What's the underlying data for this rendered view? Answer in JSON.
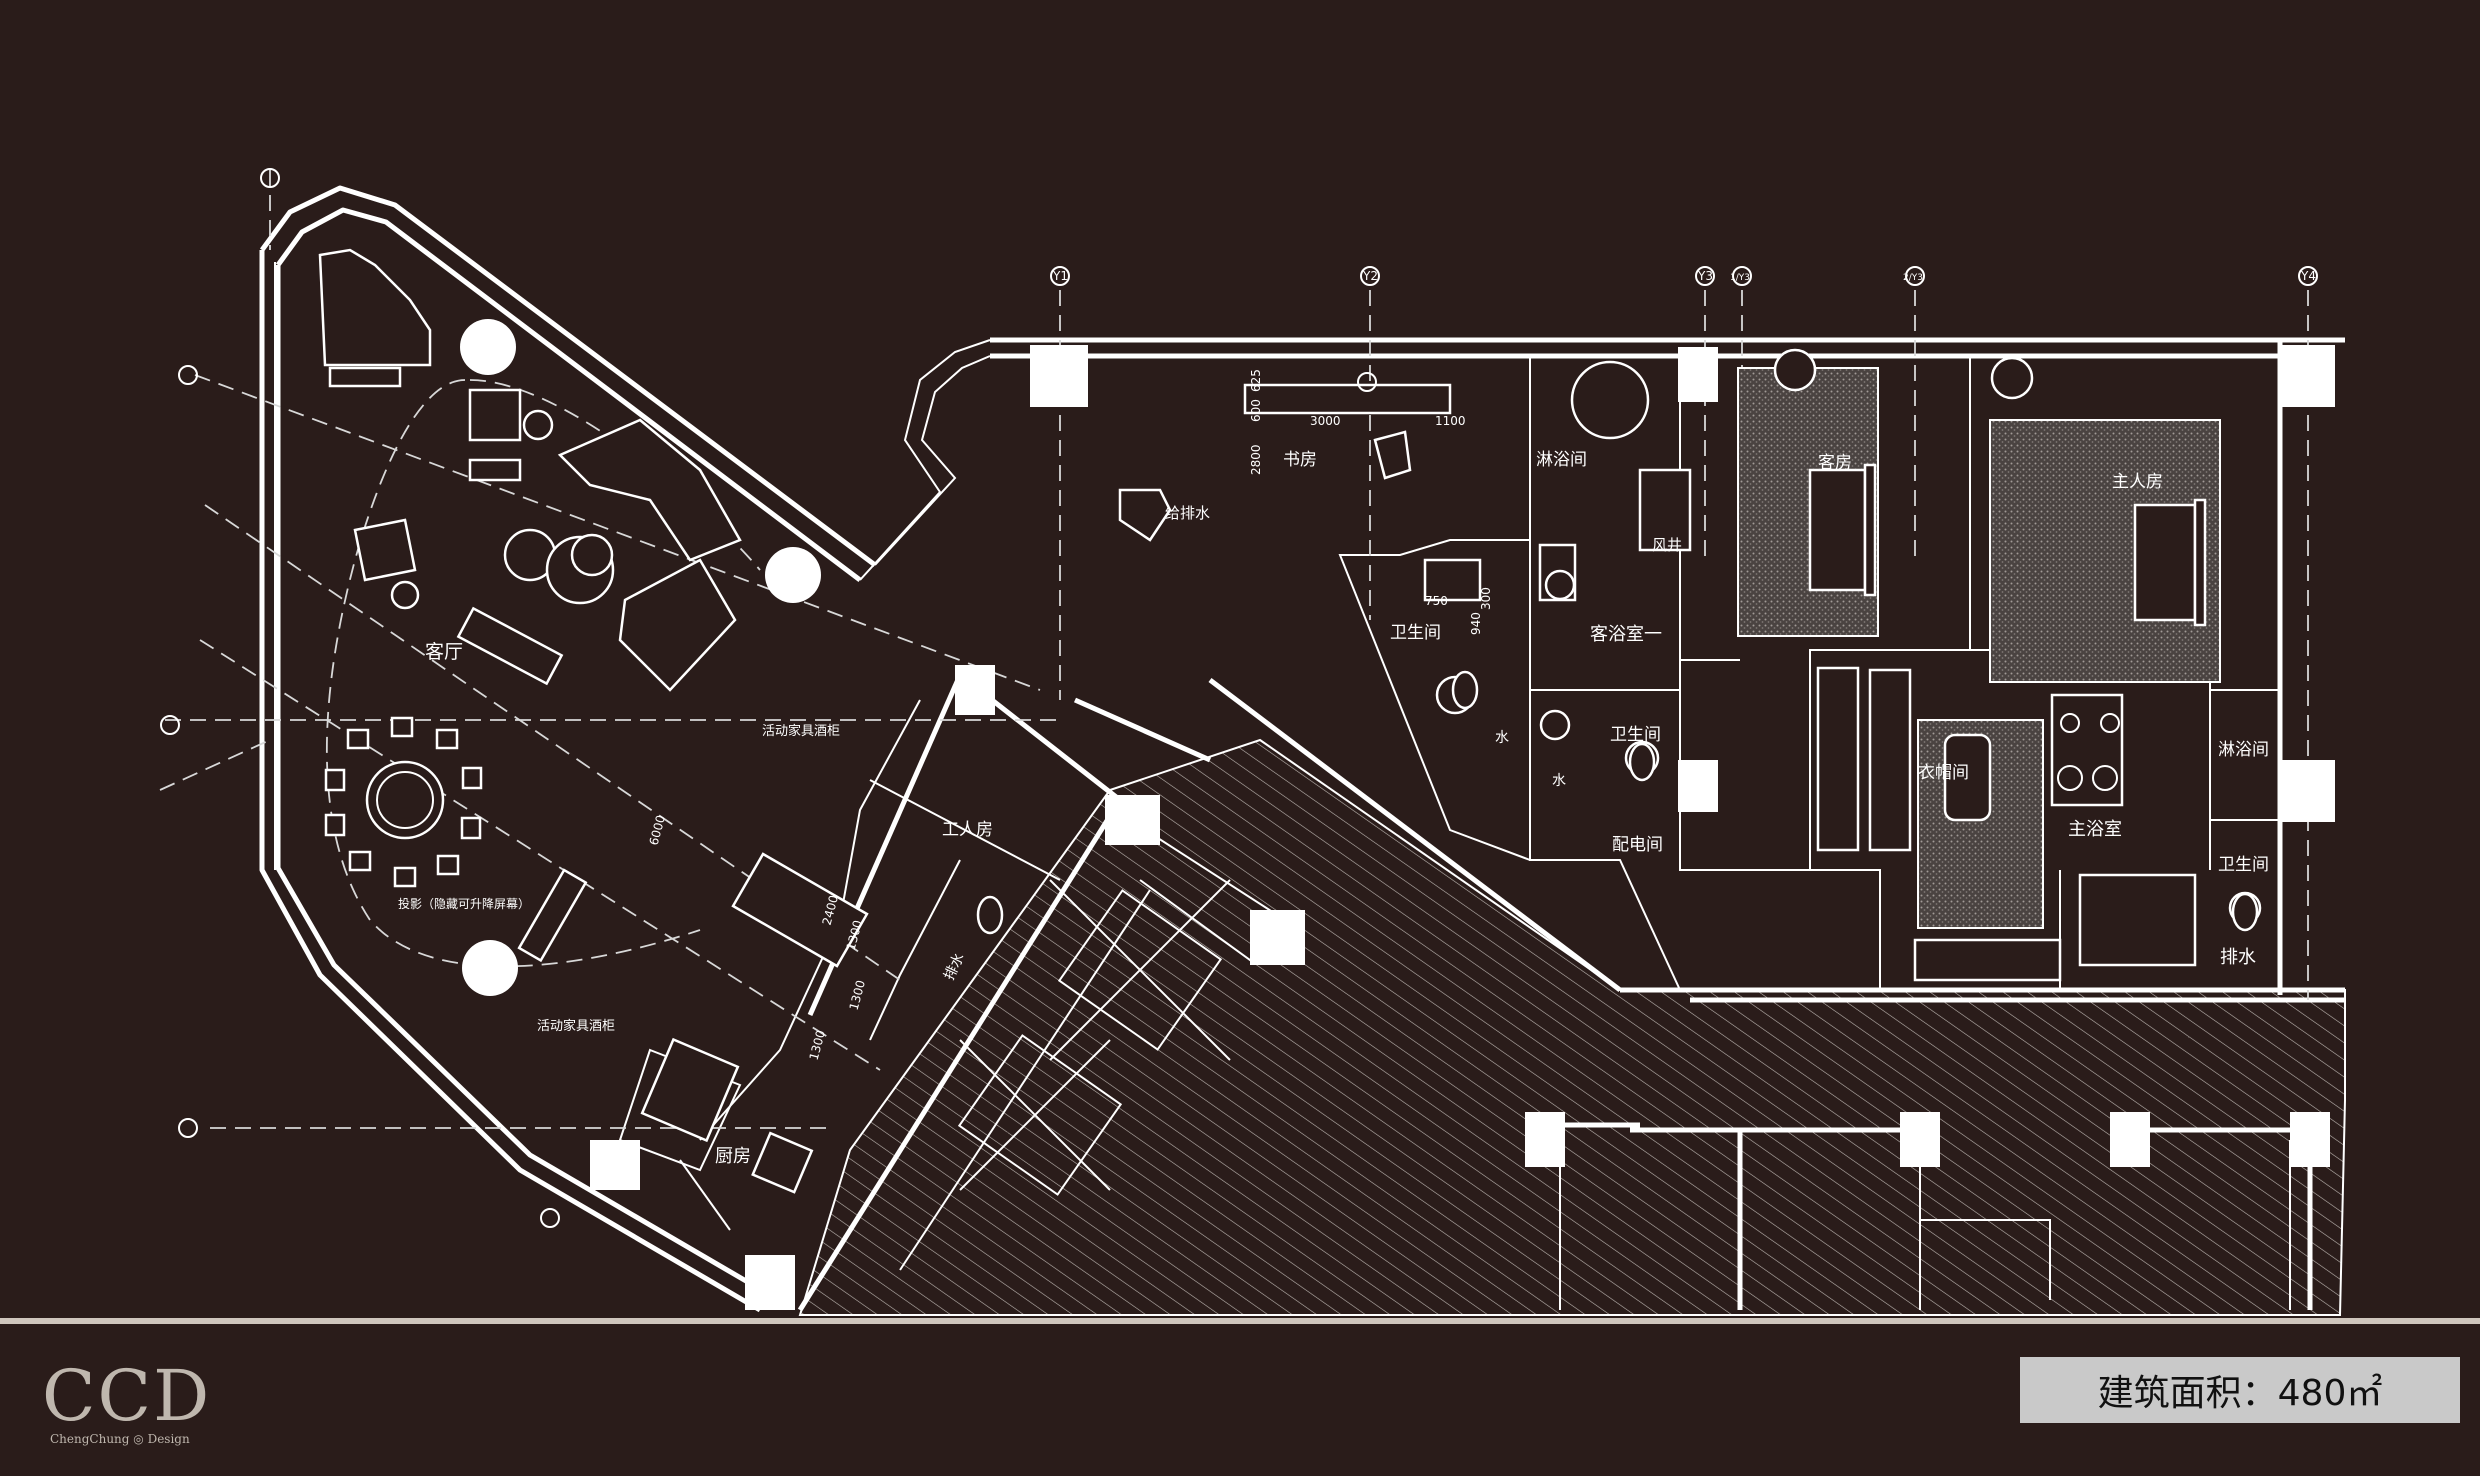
{
  "plan": {
    "rooms": [
      {
        "id": "living",
        "label": "客厅"
      },
      {
        "id": "study",
        "label": "书房"
      },
      {
        "id": "guest-room",
        "label": "客房"
      },
      {
        "id": "master-room",
        "label": "主人房"
      },
      {
        "id": "shower",
        "label": "淋浴间"
      },
      {
        "id": "guest-bath-1",
        "label": "客浴室一"
      },
      {
        "id": "toilet-left",
        "label": "卫生间"
      },
      {
        "id": "toilet-mid",
        "label": "卫生间"
      },
      {
        "id": "toilet-right",
        "label": "卫生间"
      },
      {
        "id": "wind-shaft",
        "label": "风井"
      },
      {
        "id": "water-supply",
        "label": "给排水"
      },
      {
        "id": "wardrobe",
        "label": "衣帽间"
      },
      {
        "id": "master-bath",
        "label": "主浴室"
      },
      {
        "id": "master-shower",
        "label": "淋浴间"
      },
      {
        "id": "power-room",
        "label": "配电间"
      },
      {
        "id": "worker-room",
        "label": "工人房"
      },
      {
        "id": "kitchen",
        "label": "厨房"
      },
      {
        "id": "cabinet-top",
        "label": "活动家具酒柜"
      },
      {
        "id": "cabinet-bottom",
        "label": "活动家具酒柜"
      },
      {
        "id": "projection",
        "label": "投影（隐藏可升降屏幕）"
      },
      {
        "id": "drain-right",
        "label": "排水"
      },
      {
        "id": "drain-mid",
        "label": "排水"
      },
      {
        "id": "water-mid",
        "label": "水"
      },
      {
        "id": "water-left",
        "label": "水"
      }
    ],
    "grid_labels": [
      "Y1",
      "Y2",
      "Y3",
      "1/Y3",
      "2/Y3",
      "Y4"
    ],
    "dimensions": [
      "3000",
      "1100",
      "2800",
      "1300",
      "1300",
      "1300",
      "6000",
      "2400",
      "300",
      "940",
      "750",
      "625",
      "600"
    ]
  },
  "footer": {
    "logo_text": "CCD",
    "logo_subtext": "ChengChung ◎ Design",
    "area_label": "建筑面积：480㎡"
  },
  "colors": {
    "background": "#2a1c1a",
    "lines": "#ffffff",
    "footer_rule": "#cfc6bd",
    "area_box": "#c9c9c9"
  }
}
